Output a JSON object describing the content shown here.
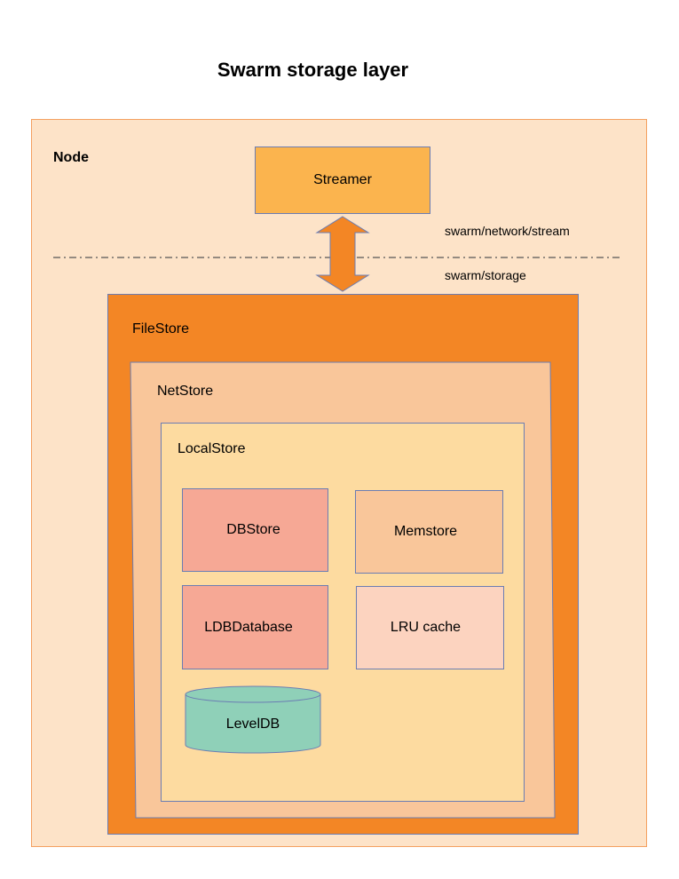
{
  "title": "Swarm storage layer",
  "node": {
    "label": "Node"
  },
  "streamer": {
    "label": "Streamer"
  },
  "paths": {
    "network": "swarm/network/stream",
    "storage": "swarm/storage"
  },
  "filestore": {
    "label": "FileStore"
  },
  "netstore": {
    "label": "NetStore"
  },
  "localstore": {
    "label": "LocalStore",
    "dbstore": "DBStore",
    "memstore": "Memstore",
    "ldbdatabase": "LDBDatabase",
    "lru_cache": "LRU cache",
    "leveldb": "LevelDB"
  },
  "colors": {
    "node_bg": "#fde3c8",
    "streamer": "#fbb44e",
    "filestore": "#f38625",
    "netstore": "#f9c69a",
    "localstore": "#fddba0",
    "dbstore": "#f6a895",
    "lru": "#fcd3bf",
    "leveldb": "#8fd0b8"
  }
}
